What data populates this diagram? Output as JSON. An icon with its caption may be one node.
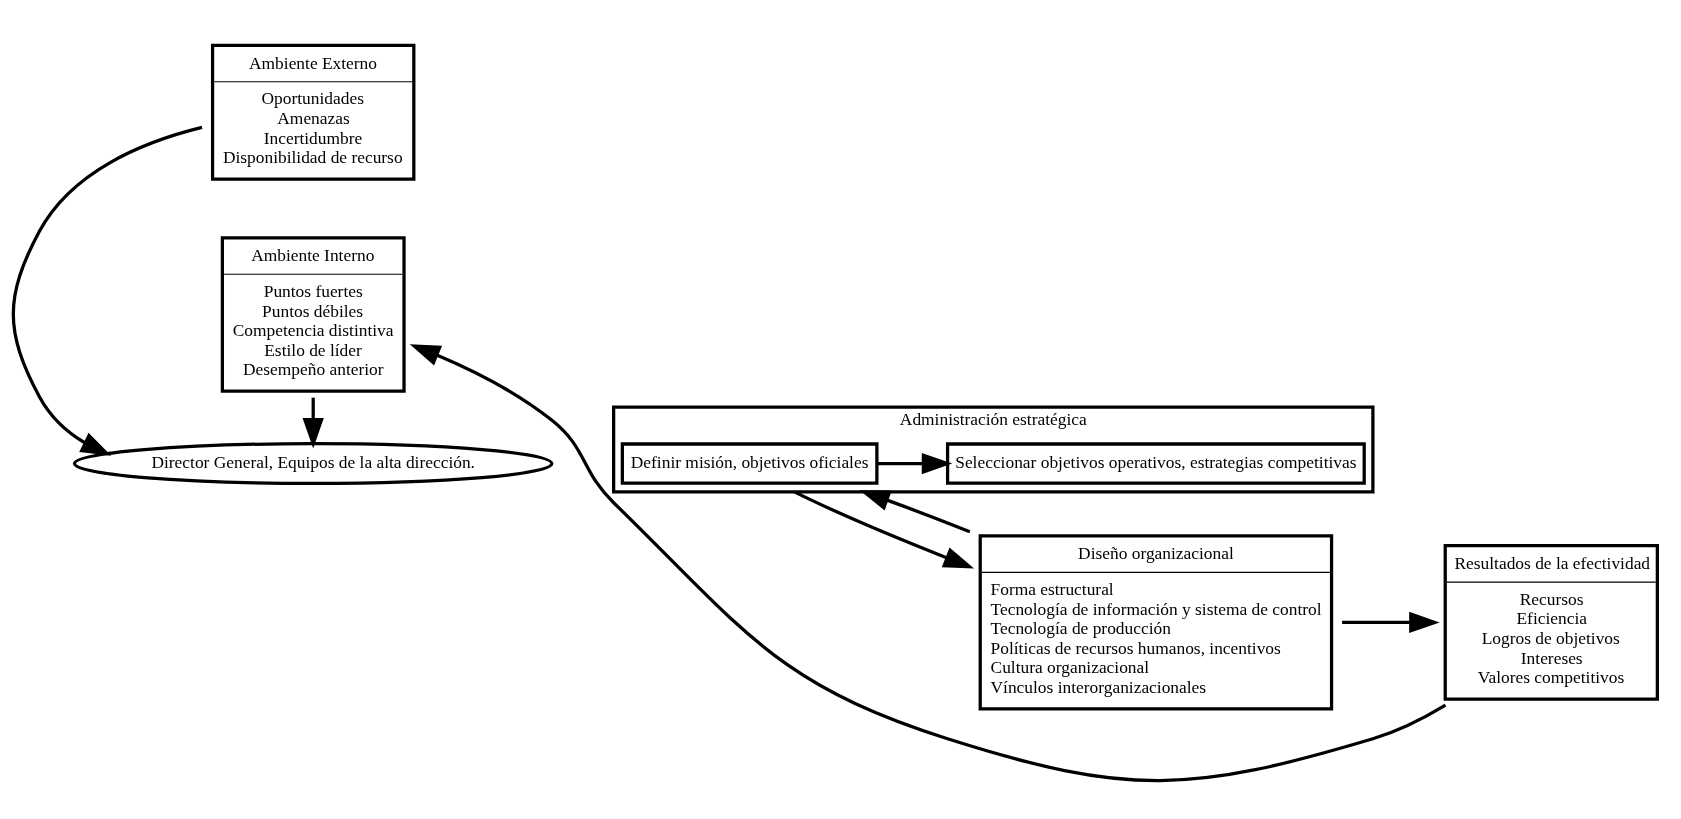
{
  "diagram": {
    "nodes": [
      {
        "text": [
          "Ambiente Externo",
          "Oportunidades",
          "Amenazas",
          "Incertidumbre",
          "Disponibilidad de recurso"
        ]
      },
      {
        "text": [
          "Director General, Equipos de la alta dirección."
        ]
      },
      {
        "text": [
          "Ambiente Interno",
          "Puntos fuertes",
          "Puntos débiles",
          "Competencia distintiva",
          "Estilo de líder",
          "Desempeño anterior"
        ]
      },
      {
        "text": [
          "Administración estratégica"
        ]
      },
      {
        "text": [
          "Definir misión, objetivos oficiales"
        ],
        "in": 3
      },
      {
        "text": [
          "Seleccionar objetivos operativos, estrategias competitivas"
        ],
        "in": 3
      },
      {
        "text": [
          "Diseño organizacional",
          "Forma estructural",
          "Tecnología de información y sistema de control",
          "Tecnología de producción",
          "Políticas de recursos humanos, incentivos",
          "Cultura organizacional",
          "Vínculos interorganizacionales"
        ]
      },
      {
        "text": [
          "Resultados de la efectividad",
          "Recursos",
          "Eficiencia",
          "Logros de objetivos",
          "Intereses",
          "Valores competitivos"
        ]
      }
    ],
    "edges": [
      {
        "from": 0,
        "to": 1,
        "arrow": "to"
      },
      {
        "from": 2,
        "to": 1,
        "arrow": "to"
      },
      {
        "from": 4,
        "to": 5,
        "arrow": "to"
      },
      {
        "from": 3,
        "to": 6,
        "arrow": "to"
      },
      {
        "from": 6,
        "to": 3,
        "arrow": "to"
      },
      {
        "from": 6,
        "to": 7,
        "arrow": "to"
      },
      {
        "from": 7,
        "to": 2,
        "arrow": "to"
      }
    ]
  }
}
